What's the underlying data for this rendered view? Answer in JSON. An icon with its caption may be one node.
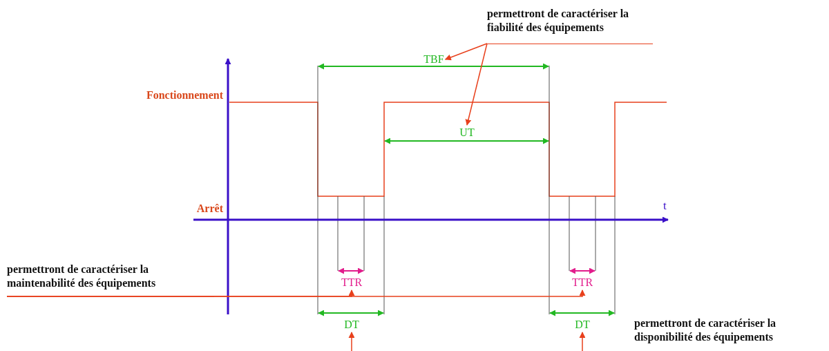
{
  "diagram": {
    "nodes": [
      {
        "text": [
          "permettront de caractériser la fiabilité des équipements"
        ]
      },
      {
        "text": [
          "TBF"
        ]
      },
      {
        "text": [
          "UT"
        ]
      },
      {
        "text": [
          "permettront de caractériser la maintenabilité des équipements"
        ]
      },
      {
        "text": [
          "TTR"
        ]
      },
      {
        "text": [
          "TTR"
        ]
      },
      {
        "text": [
          "DT"
        ]
      },
      {
        "text": [
          "DT"
        ]
      }
    ],
    "edges": [
      {
        "from": 0,
        "to": 1,
        "arrow": "to"
      },
      {
        "from": 0,
        "to": 2,
        "arrow": "to"
      },
      {
        "from": 3,
        "to": 4,
        "arrow": "to"
      },
      {
        "from": 3,
        "to": 5,
        "arrow": "to"
      },
      {
        "from": null,
        "to": 6,
        "arrow": "to"
      },
      {
        "from": null,
        "to": 7,
        "arrow": "to"
      }
    ],
    "labels": [
      "Fonctionnement",
      "Arrêt",
      "t",
      "permettront de caractériser la disponibilité des équipements"
    ]
  }
}
